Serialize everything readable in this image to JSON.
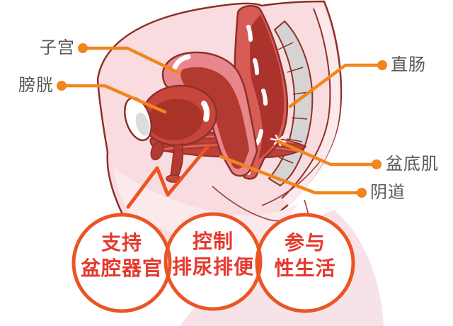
{
  "illustration": {
    "name": "female-pelvis-sagittal-diagram",
    "organ_labels": {
      "uterus": "子宫",
      "bladder": "膀胱",
      "rectum": "直肠",
      "pelvic_floor": "盆底肌",
      "vagina": "阴道"
    },
    "function_circles": [
      {
        "line1": "支持",
        "line2": "盆腔器官"
      },
      {
        "line1": "控制",
        "line2": "排尿排便"
      },
      {
        "line1": "参与",
        "line2": "性生活"
      }
    ],
    "colors": {
      "leader_line_orange": "#F0861C",
      "circle_border_orange_red": "#EB5524",
      "circle_text_red": "#E6392E",
      "label_text_gray": "#5A5757",
      "body_pink": "#F9DCE0",
      "body_light_pink": "#FBE9EC",
      "groin_pale_pink": "#F7E2E8",
      "outline_dark_red": "#8E3028",
      "organ_salmon": "#E9868C",
      "organ_mid_red": "#C8453C",
      "organ_dark_red": "#B23A31",
      "organ_deep_red": "#A93229",
      "muscle_red": "#BE4038",
      "sacrum_gray": "#D5D3D3",
      "background": "#FFFFFF"
    }
  }
}
